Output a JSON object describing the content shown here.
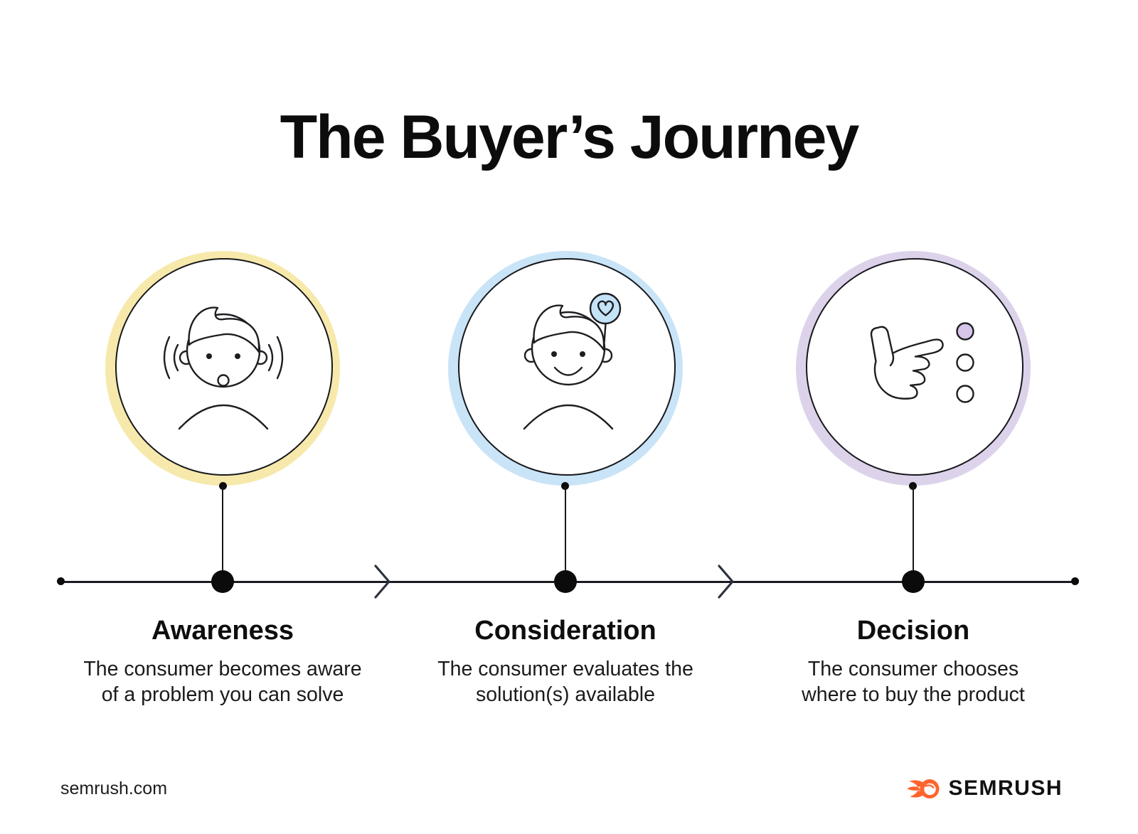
{
  "title": "The Buyer’s Journey",
  "stages": [
    {
      "name": "awareness",
      "title": "Awareness",
      "description": "The consumer becomes aware\nof a problem you can solve",
      "ring_color": "#F6E9AB",
      "icon": "listening-person"
    },
    {
      "name": "consideration",
      "title": "Consideration",
      "description": "The consumer evaluates the\nsolution(s) available",
      "ring_color": "#C9E4F7",
      "icon": "person-heart-thought"
    },
    {
      "name": "decision",
      "title": "Decision",
      "description": "The consumer chooses\nwhere to buy the product",
      "ring_color": "#DCD3EB",
      "icon": "hand-pointing-options"
    }
  ],
  "footer": {
    "website": "semrush.com",
    "brand": "SEMRUSH"
  },
  "colors": {
    "background": "#FFFFFF",
    "ink": "#1E1E22",
    "timeline": "#191B21",
    "arrow": "#2D333F",
    "title_text": "#0C0C0C",
    "heart_badge_fill": "#C5E3F8",
    "decision_dot_fill": "#D7C6E7",
    "semrush_orange": "#FF642D"
  }
}
